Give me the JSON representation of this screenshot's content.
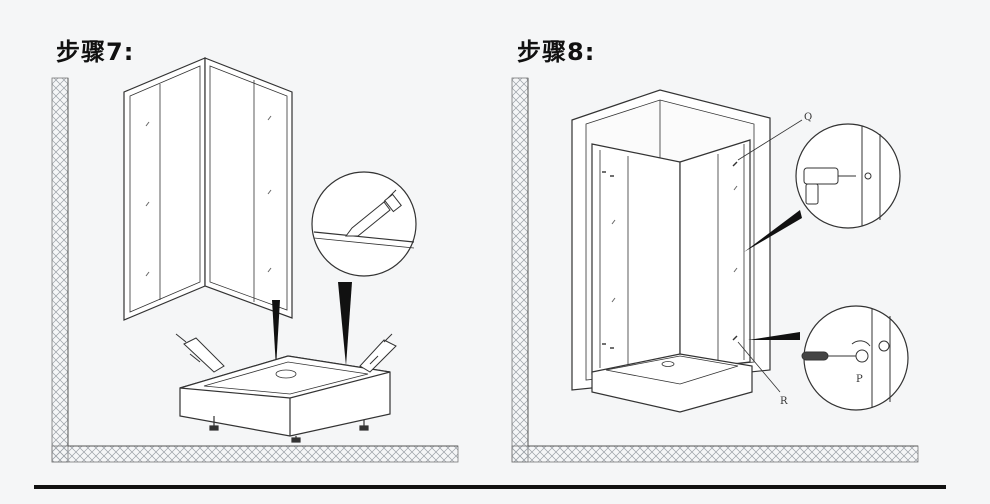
{
  "step7": {
    "title": "步骤7:"
  },
  "step8": {
    "title": "步骤8:",
    "label_q": "Q",
    "label_r": "R",
    "label_p": "P"
  }
}
